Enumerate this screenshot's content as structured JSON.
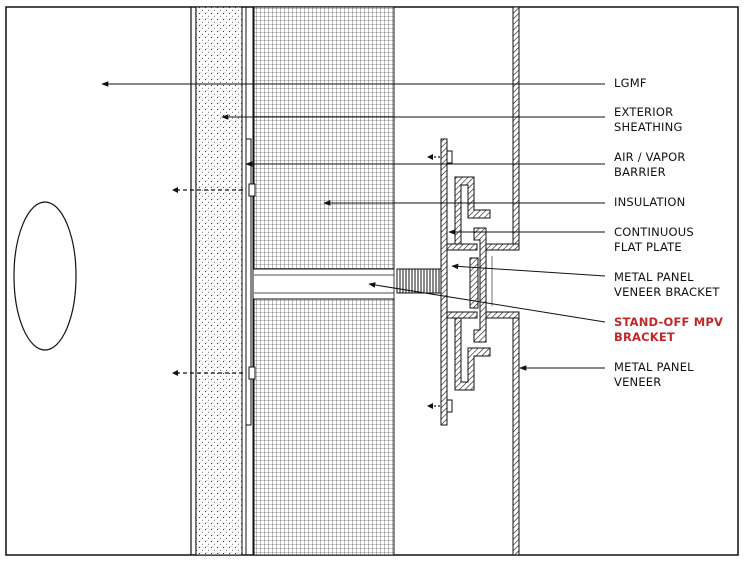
{
  "labels": {
    "lgmf": [
      "LGMF"
    ],
    "exterior_sheathing": [
      "EXTERIOR",
      "SHEATHING"
    ],
    "air_vapor_barrier": [
      "AIR / VAPOR",
      "BARRIER"
    ],
    "insulation": [
      "INSULATION"
    ],
    "continuous_flat_plate": [
      "CONTINUOUS",
      "FLAT PLATE"
    ],
    "metal_panel_veneer_bracket": [
      "METAL PANEL",
      "VENEER BRACKET"
    ],
    "stand_off_mpv_bracket": [
      "STAND-OFF MPV",
      "BRACKET"
    ],
    "metal_panel_veneer": [
      "METAL PANEL",
      "VENEER"
    ]
  },
  "colors": {
    "line": "#111111",
    "highlight": "#c0282a",
    "background": "#ffffff"
  }
}
